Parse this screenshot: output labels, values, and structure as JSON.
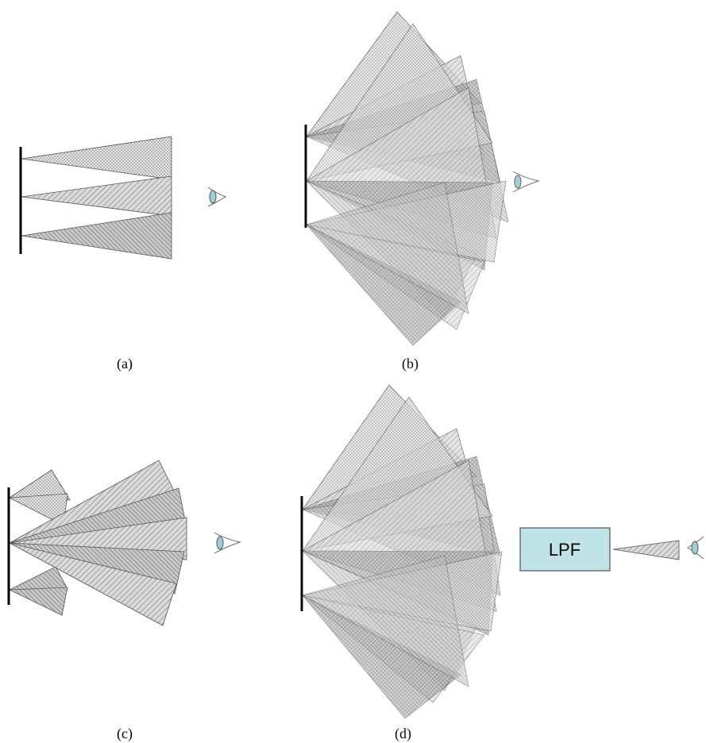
{
  "panels": [
    {
      "id": "a",
      "caption": "(a)"
    },
    {
      "id": "b",
      "caption": "(b)"
    },
    {
      "id": "c",
      "caption": "(c)"
    },
    {
      "id": "d",
      "caption": "(d)"
    }
  ],
  "filter_box": {
    "label": "LPF",
    "color": "#bfe3e6"
  },
  "eye_color": "#9fcfd6"
}
